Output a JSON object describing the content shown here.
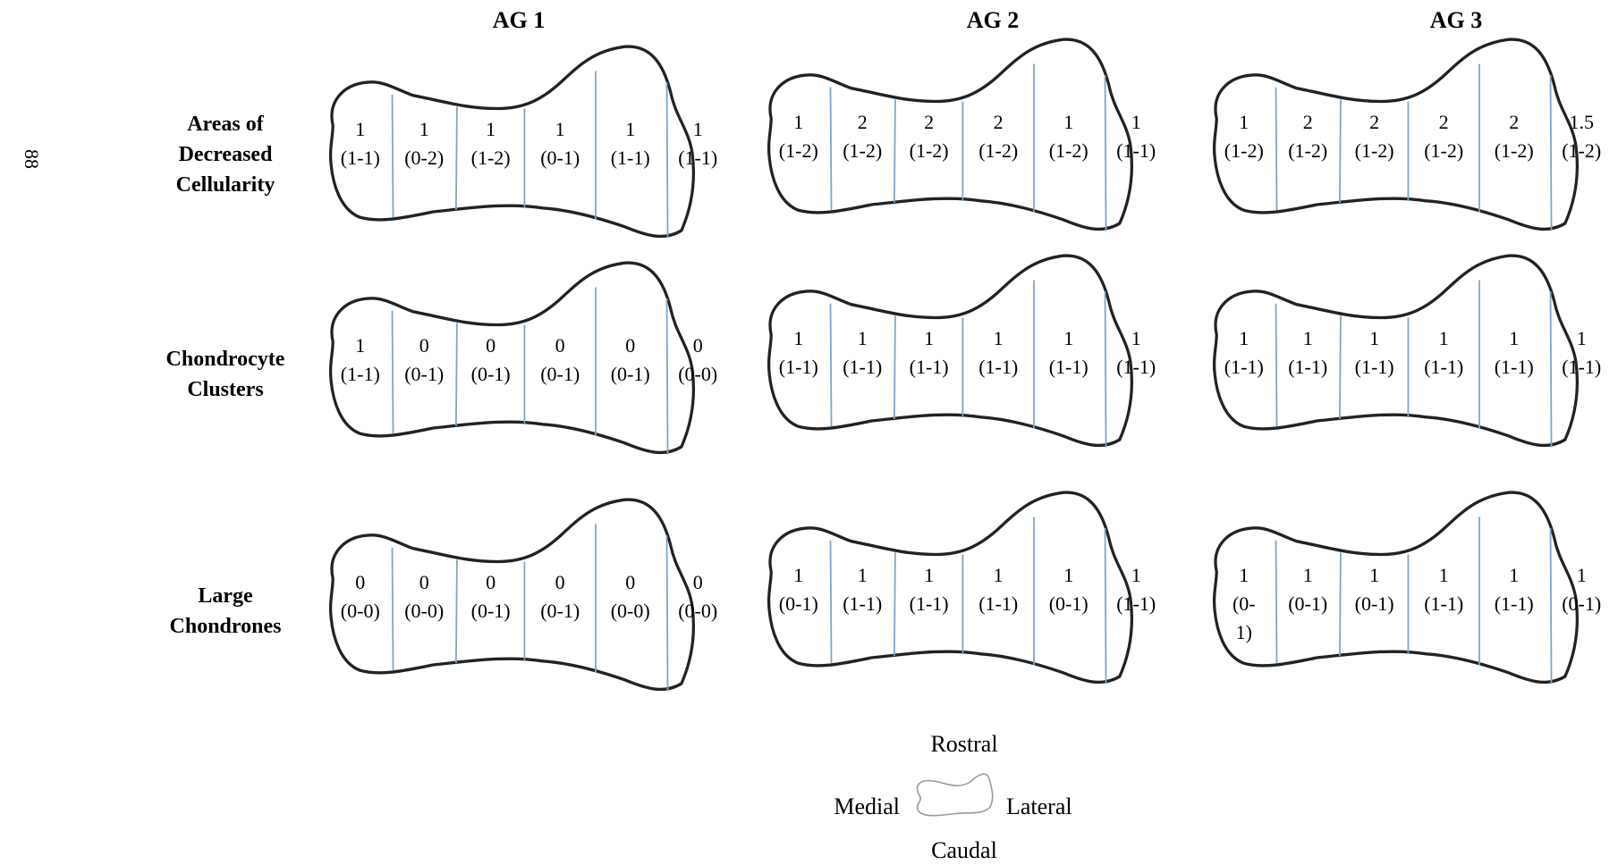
{
  "page_number": "88",
  "columns": [
    "AG 1",
    "AG 2",
    "AG 3"
  ],
  "rows": [
    {
      "label": [
        "Areas of",
        "Decreased",
        "Cellularity"
      ]
    },
    {
      "label": [
        "Chondrocyte",
        "Clusters"
      ]
    },
    {
      "label": [
        "Large",
        "Chondrones"
      ]
    }
  ],
  "cells": [
    [
      [
        [
          "1",
          "(1-1)"
        ],
        [
          "1",
          "(0-2)"
        ],
        [
          "1",
          "(1-2)"
        ],
        [
          "1",
          "(0-1)"
        ],
        [
          "1",
          "(1-1)"
        ],
        [
          "1",
          "(1-1)"
        ]
      ],
      [
        [
          "1",
          "(1-2)"
        ],
        [
          "2",
          "(1-2)"
        ],
        [
          "2",
          "(1-2)"
        ],
        [
          "2",
          "(1-2)"
        ],
        [
          "1",
          "(1-2)"
        ],
        [
          "1",
          "(1-1)"
        ]
      ],
      [
        [
          "1",
          "(1-2)"
        ],
        [
          "2",
          "(1-2)"
        ],
        [
          "2",
          "(1-2)"
        ],
        [
          "2",
          "(1-2)"
        ],
        [
          "2",
          "(1-2)"
        ],
        [
          "1.5",
          "(1-2)"
        ]
      ]
    ],
    [
      [
        [
          "1",
          "(1-1)"
        ],
        [
          "0",
          "(0-1)"
        ],
        [
          "0",
          "(0-1)"
        ],
        [
          "0",
          "(0-1)"
        ],
        [
          "0",
          "(0-1)"
        ],
        [
          "0",
          "(0-0)"
        ]
      ],
      [
        [
          "1",
          "(1-1)"
        ],
        [
          "1",
          "(1-1)"
        ],
        [
          "1",
          "(1-1)"
        ],
        [
          "1",
          "(1-1)"
        ],
        [
          "1",
          "(1-1)"
        ],
        [
          "1",
          "(1-1)"
        ]
      ],
      [
        [
          "1",
          "(1-1)"
        ],
        [
          "1",
          "(1-1)"
        ],
        [
          "1",
          "(1-1)"
        ],
        [
          "1",
          "(1-1)"
        ],
        [
          "1",
          "(1-1)"
        ],
        [
          "1",
          "(1-1)"
        ]
      ]
    ],
    [
      [
        [
          "0",
          "(0-0)"
        ],
        [
          "0",
          "(0-0)"
        ],
        [
          "0",
          "(0-1)"
        ],
        [
          "0",
          "(0-1)"
        ],
        [
          "0",
          "(0-0)"
        ],
        [
          "0",
          "(0-0)"
        ]
      ],
      [
        [
          "1",
          "(0-1)"
        ],
        [
          "1",
          "(1-1)"
        ],
        [
          "1",
          "(1-1)"
        ],
        [
          "1",
          "(1-1)"
        ],
        [
          "1",
          "(0-1)"
        ],
        [
          "1",
          "(1-1)"
        ]
      ],
      [
        [
          "1",
          "(0-",
          "1)"
        ],
        [
          "1",
          "(0-1)"
        ],
        [
          "1",
          "(0-1)"
        ],
        [
          "1",
          "(1-1)"
        ],
        [
          "1",
          "(1-1)"
        ],
        [
          "1",
          "(0-1)"
        ]
      ]
    ]
  ],
  "orientation_legend": {
    "top": "Rostral",
    "left": "Medial",
    "right": "Lateral",
    "bottom": "Caudal"
  },
  "colors": {
    "outline": "#222222",
    "divider": "#7fa6c8",
    "legend_outline": "#9a9a9a"
  }
}
